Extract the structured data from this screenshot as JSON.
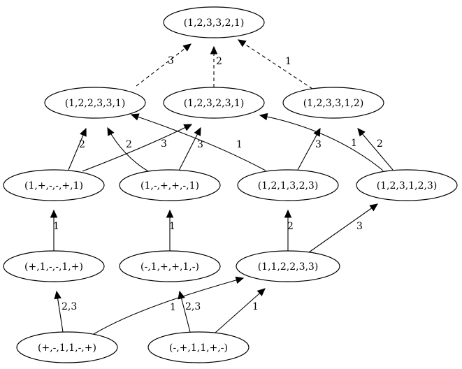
{
  "nodes": {
    "top": "(1,2,3,3,2,1)",
    "a1": "(1,2,2,3,3,1)",
    "a2": "(1,2,3,2,3,1)",
    "a3": "(1,2,3,3,1,2)",
    "b1": "(1,+,-,-,+,1)",
    "b2": "(1,-,+,+,-,1)",
    "b3": "(1,2,1,3,2,3)",
    "b4": "(1,2,3,1,2,3)",
    "c1": "(+,1,-,-,1,+)",
    "c2": "(-,1,+,+,1,-)",
    "c3": "(1,1,2,2,3,3)",
    "d1": "(+,-,1,1,-,+)",
    "d2": "(-,+,1,1,+,-)"
  },
  "edges": [
    {
      "from": "a1",
      "to": "top",
      "label": "3",
      "style": "dashed"
    },
    {
      "from": "a2",
      "to": "top",
      "label": "2",
      "style": "dashed"
    },
    {
      "from": "a3",
      "to": "top",
      "label": "1",
      "style": "dashed"
    },
    {
      "from": "b1",
      "to": "a1",
      "label": "2",
      "style": "solid"
    },
    {
      "from": "b1",
      "to": "a2",
      "label": "3",
      "style": "solid"
    },
    {
      "from": "b2",
      "to": "a1",
      "label": "2",
      "style": "solid"
    },
    {
      "from": "b2",
      "to": "a2",
      "label": "3",
      "style": "solid"
    },
    {
      "from": "b3",
      "to": "a1",
      "label": "1",
      "style": "solid"
    },
    {
      "from": "b3",
      "to": "a3",
      "label": "3",
      "style": "solid"
    },
    {
      "from": "b4",
      "to": "a2",
      "label": "1",
      "style": "solid"
    },
    {
      "from": "b4",
      "to": "a3",
      "label": "2",
      "style": "solid"
    },
    {
      "from": "c1",
      "to": "b1",
      "label": "1",
      "style": "solid"
    },
    {
      "from": "c2",
      "to": "b2",
      "label": "1",
      "style": "solid"
    },
    {
      "from": "c3",
      "to": "b3",
      "label": "2",
      "style": "solid"
    },
    {
      "from": "c3",
      "to": "b4",
      "label": "3",
      "style": "solid"
    },
    {
      "from": "d1",
      "to": "c1",
      "label": "2,3",
      "style": "solid"
    },
    {
      "from": "d1",
      "to": "c3",
      "label": "1",
      "style": "solid"
    },
    {
      "from": "d2",
      "to": "c2",
      "label": "2,3",
      "style": "solid"
    },
    {
      "from": "d2",
      "to": "c3",
      "label": "1",
      "style": "solid"
    }
  ]
}
